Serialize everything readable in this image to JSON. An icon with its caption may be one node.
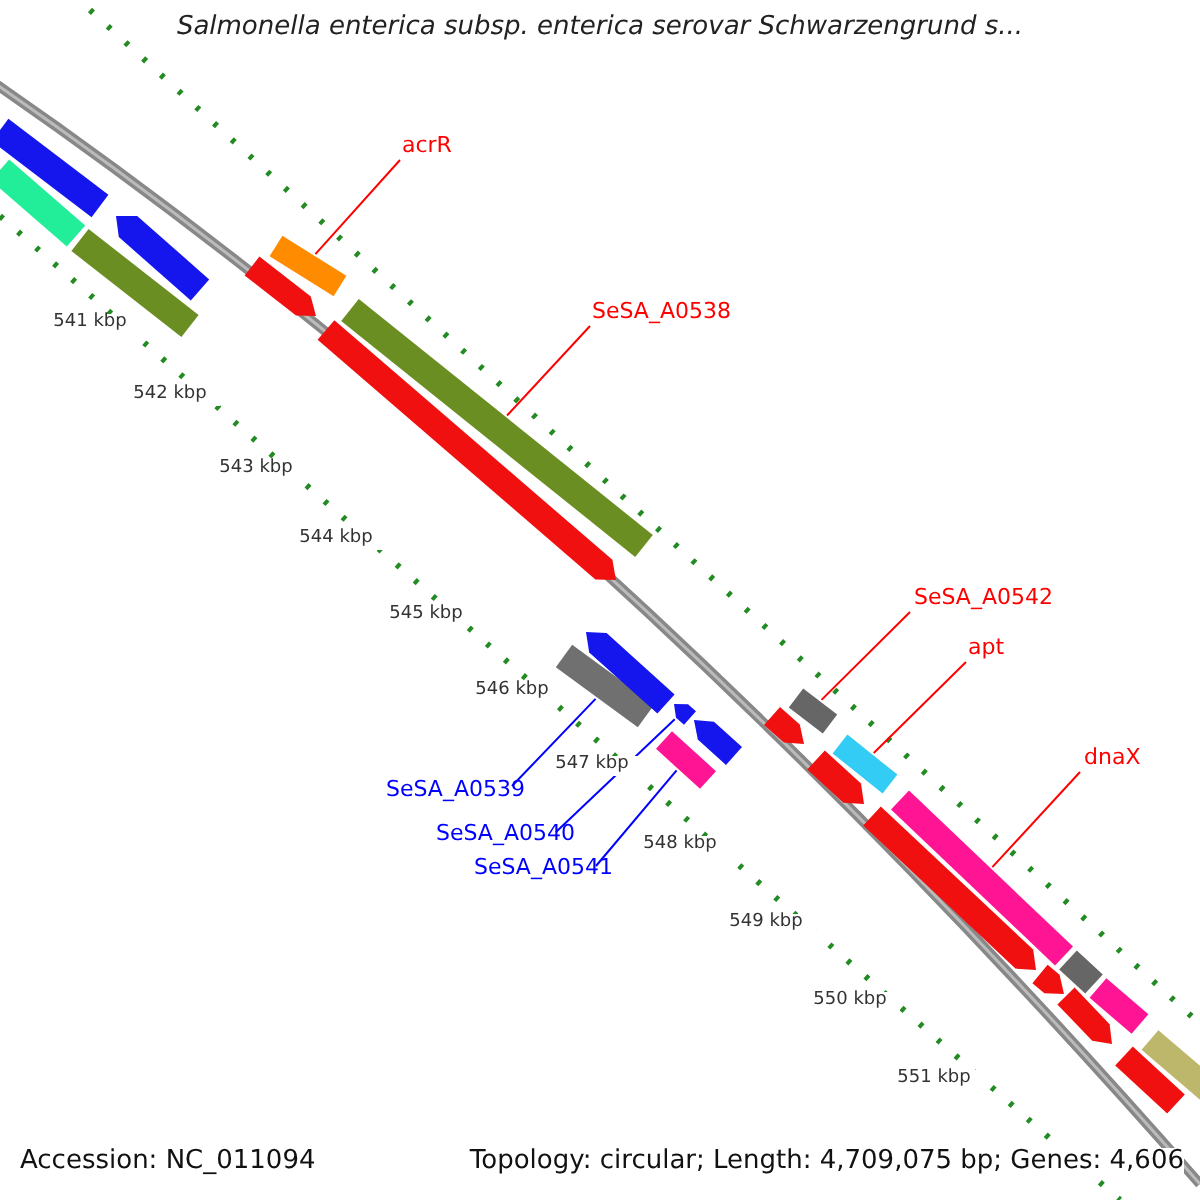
{
  "diagram": {
    "title": "Salmonella enterica subsp. enterica serovar Schwarzengrund s...",
    "nodes": [
      {
        "text": [
          "acrR"
        ]
      },
      {
        "text": [],
        "shape": "bar"
      },
      {
        "text": [
          "SeSA_A0538"
        ]
      },
      {
        "text": [],
        "shape": "bar"
      },
      {
        "text": [
          "SeSA_A0542"
        ]
      },
      {
        "text": [],
        "shape": "bar"
      },
      {
        "text": [
          "apt"
        ]
      },
      {
        "text": [],
        "shape": "bar"
      },
      {
        "text": [
          "dnaX"
        ]
      },
      {
        "text": [],
        "shape": "bar"
      },
      {
        "text": [
          "SeSA_A0539"
        ]
      },
      {
        "text": [],
        "shape": "bar"
      },
      {
        "text": [
          "SeSA_A0540"
        ]
      },
      {
        "text": [],
        "shape": "bar"
      },
      {
        "text": [
          "SeSA_A0541"
        ]
      },
      {
        "text": [],
        "shape": "bar"
      },
      {
        "text": [],
        "shape": "bar"
      },
      {
        "text": [],
        "shape": "bar"
      },
      {
        "text": [],
        "shape": "bar"
      },
      {
        "text": [],
        "shape": "bar"
      },
      {
        "text": [],
        "shape": "bar"
      },
      {
        "text": [],
        "shape": "bar"
      },
      {
        "text": [],
        "shape": "bar"
      },
      {
        "text": [],
        "shape": "bar"
      },
      {
        "text": [],
        "shape": "bar"
      },
      {
        "text": [],
        "shape": "bar"
      },
      {
        "text": [],
        "shape": "bar"
      },
      {
        "text": [],
        "shape": "bar"
      },
      {
        "text": [],
        "shape": "bar"
      },
      {
        "text": [],
        "shape": "bar"
      },
      {
        "text": [],
        "shape": "bar"
      },
      {
        "text": [],
        "shape": "bar"
      },
      {
        "text": [],
        "shape": "bar"
      }
    ],
    "edges": [
      {
        "from": 0,
        "to": 1,
        "arrow": "none"
      },
      {
        "from": 2,
        "to": 3,
        "arrow": "none"
      },
      {
        "from": 4,
        "to": 5,
        "arrow": "none"
      },
      {
        "from": 6,
        "to": 7,
        "arrow": "none"
      },
      {
        "from": 8,
        "to": 9,
        "arrow": "none"
      },
      {
        "from": 10,
        "to": 11,
        "arrow": "none",
        "color": "#0000ff"
      },
      {
        "from": 12,
        "to": 13,
        "arrow": "none",
        "color": "#0000ff"
      },
      {
        "from": 14,
        "to": 15,
        "arrow": "none",
        "color": "#0000ff"
      }
    ],
    "labels": [
      "541 kbp",
      "542 kbp",
      "543 kbp",
      "544 kbp",
      "545 kbp",
      "546 kbp",
      "547 kbp",
      "548 kbp",
      "549 kbp",
      "550 kbp",
      "551 kbp",
      "Accession: NC_011094",
      "Topology: circular; Length: 4,709,075 bp; Genes: 4,606"
    ]
  }
}
